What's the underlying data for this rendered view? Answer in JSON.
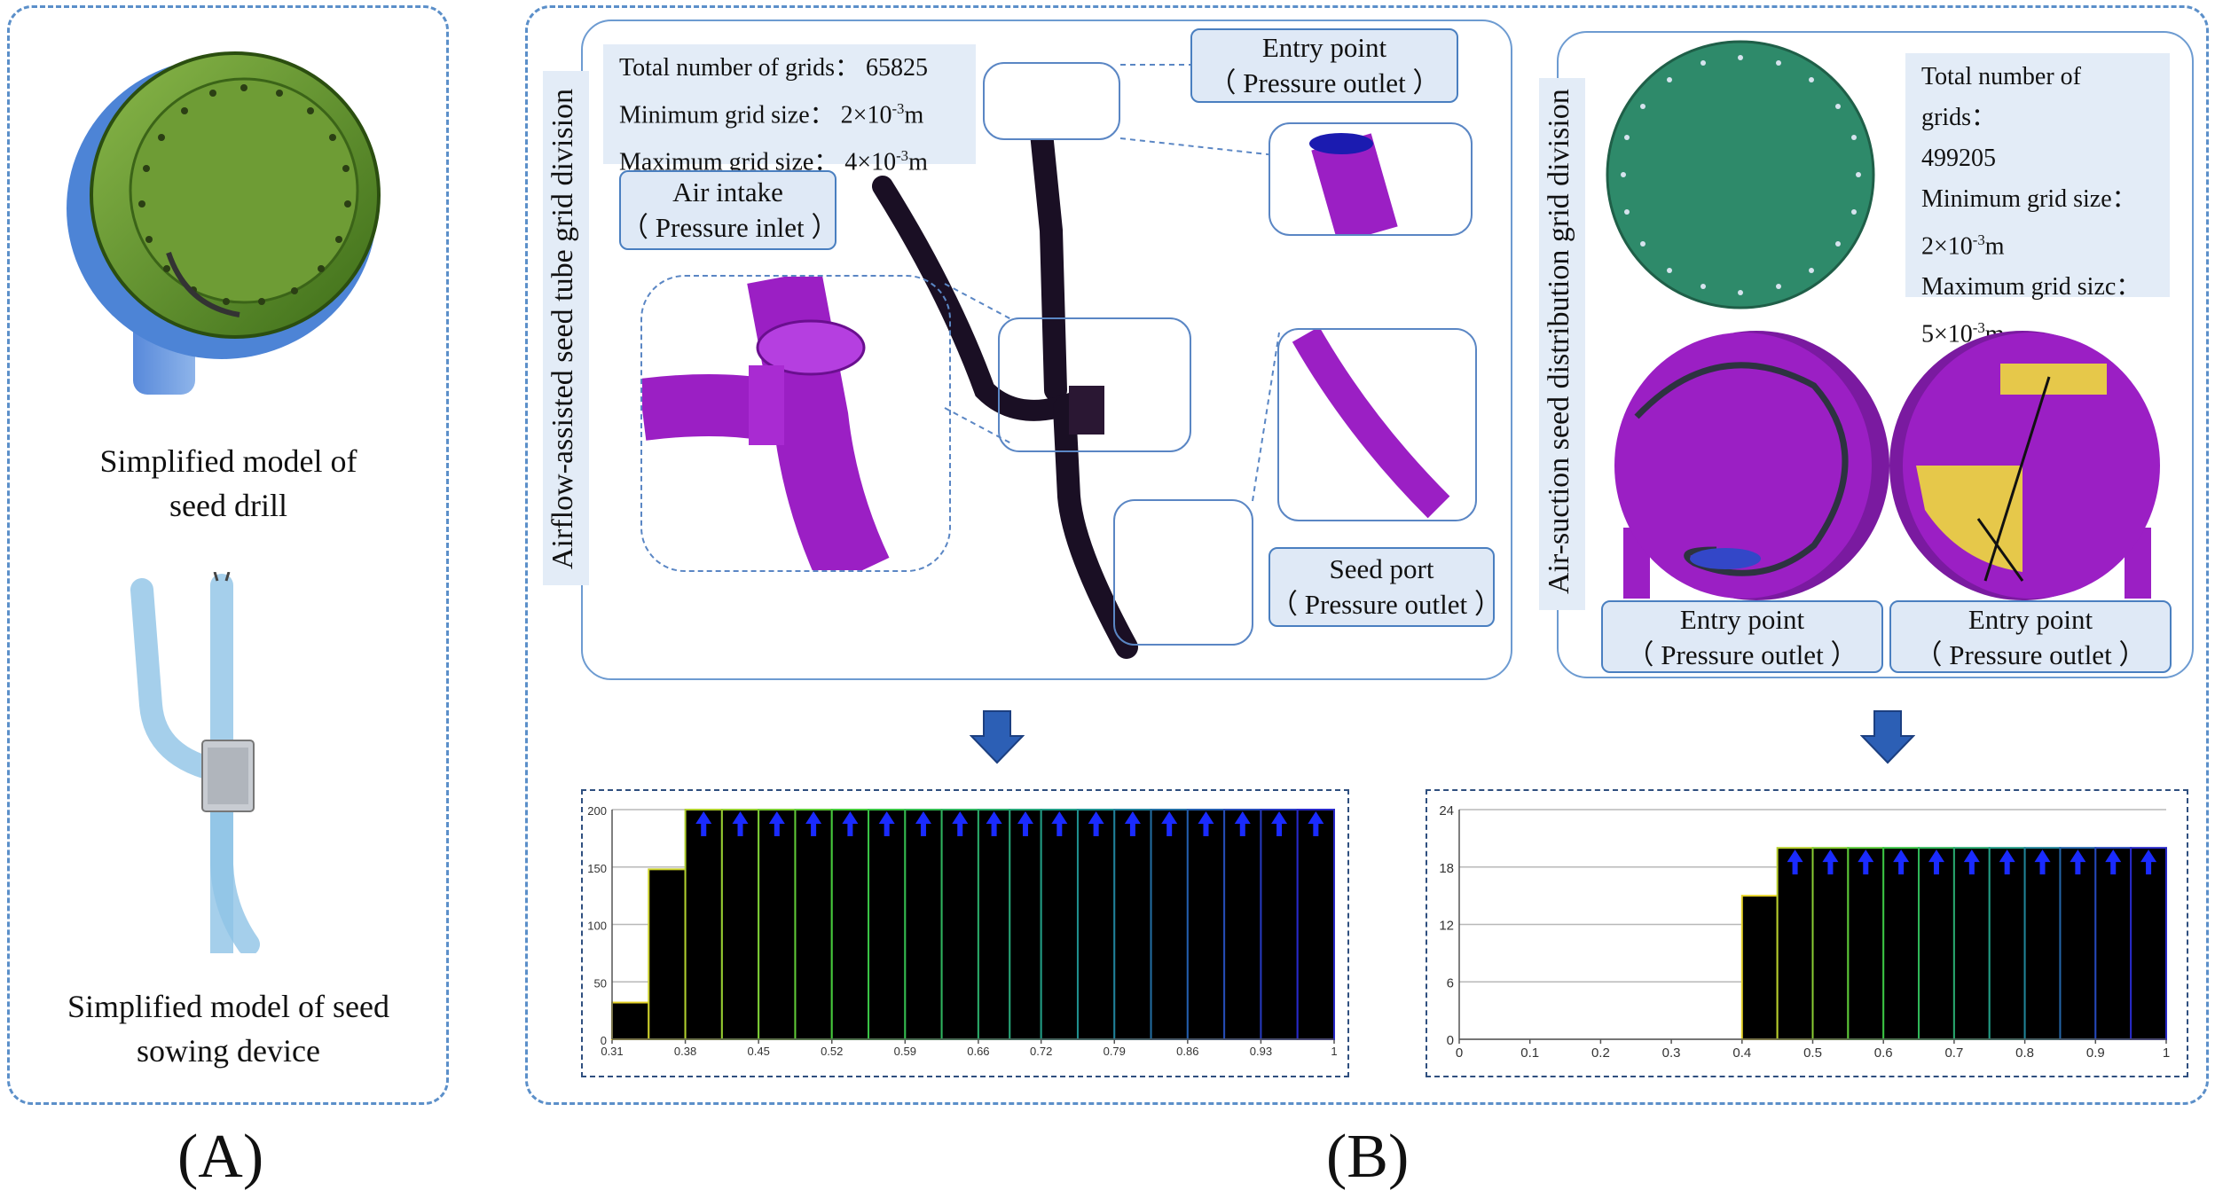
{
  "panel_labels": {
    "a": "(A)",
    "b": "(B)"
  },
  "panel_a": {
    "caption_top": "Simplified model of\nseed drill",
    "caption_bottom": "Simplified model of seed\nsowing device"
  },
  "left_model": {
    "vertical_title": "Airflow-assisted seed tube grid division",
    "info": {
      "total": "Total number of grids： 65825",
      "min_prefix": "Minimum grid size： 2×10",
      "min_exp": "-3",
      "min_unit": "m",
      "max_prefix": "Maximum grid size： 4×10",
      "max_exp": "-3",
      "max_unit": "m"
    },
    "air_intake": {
      "line1": "Air intake",
      "line2": "（ Pressure inlet ）"
    },
    "entry_point": {
      "line1": "Entry point",
      "line2": "（ Pressure outlet ）"
    },
    "seed_port": {
      "line1": "Seed port",
      "line2": "（ Pressure outlet ）"
    }
  },
  "right_model": {
    "vertical_title": "Air-suction seed distribution grid division",
    "info": {
      "total_label": "Total number of grids：",
      "total_value": "499205",
      "min_label": "Minimum grid size：",
      "min_value_prefix": "2×10",
      "min_exp": "-3",
      "min_unit": "m",
      "max_label": "Maximum grid sizc：",
      "max_value_prefix": "5×10",
      "max_exp": "-3",
      "max_unit": "m"
    },
    "entry_left": {
      "line1": "Entry point",
      "line2": "（ Pressure outlet ）"
    },
    "entry_right": {
      "line1": "Entry point",
      "line2": "（ Pressure outlet ）"
    }
  },
  "colors": {
    "mesh_purple": "#9b1fc4",
    "mesh_green": "#2e8a6a",
    "accent_blue": "#3a6fc0",
    "arrow_blue": "#2c5fb5",
    "bar_fill": "#000000",
    "highlight_yellow": "#e6c84a"
  },
  "chart_data": [
    {
      "type": "bar",
      "categories": [
        "0.31",
        "0.345",
        "0.38",
        "0.415",
        "0.45",
        "0.485",
        "0.52",
        "0.555",
        "0.59",
        "0.625",
        "0.66",
        "0.69",
        "0.72",
        "0.755",
        "0.79",
        "0.825",
        "0.86",
        "0.895",
        "0.93",
        "0.965"
      ],
      "values": [
        32,
        148,
        200,
        200,
        200,
        200,
        200,
        200,
        200,
        200,
        200,
        200,
        200,
        200,
        200,
        200,
        200,
        200,
        200,
        200
      ],
      "clipped": [
        false,
        false,
        true,
        true,
        true,
        true,
        true,
        true,
        true,
        true,
        true,
        true,
        true,
        true,
        true,
        true,
        true,
        true,
        true,
        true
      ],
      "xticks": [
        "0.31",
        "0.38",
        "0.45",
        "0.52",
        "0.59",
        "0.66",
        "0.72",
        "0.79",
        "0.86",
        "0.93",
        "1"
      ],
      "yticks": [
        "0",
        "50",
        "100",
        "150",
        "200"
      ],
      "xlim": [
        0.31,
        1
      ],
      "ylim": [
        0,
        200
      ],
      "grid": true
    },
    {
      "type": "bar",
      "categories": [
        "0.4",
        "0.45",
        "0.5",
        "0.55",
        "0.6",
        "0.65",
        "0.7",
        "0.75",
        "0.8",
        "0.85",
        "0.9",
        "0.95"
      ],
      "values": [
        15,
        20,
        20,
        20,
        20,
        20,
        20,
        20,
        20,
        20,
        20,
        20
      ],
      "clipped": [
        false,
        true,
        true,
        true,
        true,
        true,
        true,
        true,
        true,
        true,
        true,
        true
      ],
      "xticks": [
        "0",
        "0.1",
        "0.2",
        "0.3",
        "0.4",
        "0.5",
        "0.6",
        "0.7",
        "0.8",
        "0.9",
        "1"
      ],
      "yticks": [
        "0",
        "6",
        "12",
        "18",
        "24"
      ],
      "xlim": [
        0,
        1
      ],
      "ylim": [
        0,
        24
      ],
      "grid": true
    }
  ]
}
